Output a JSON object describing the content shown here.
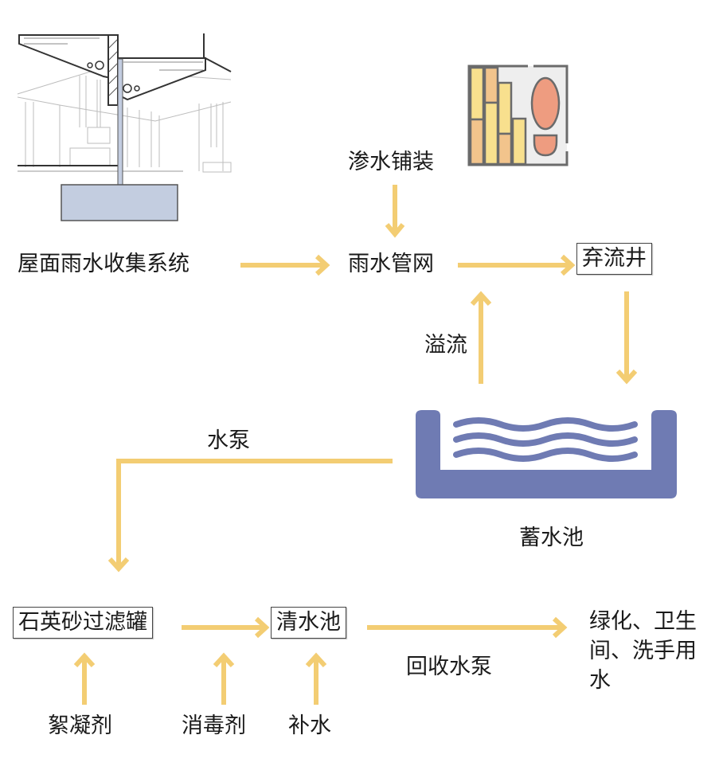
{
  "colors": {
    "arrow": "#f3cd73",
    "tank": "#6f7bb3",
    "foundation": "#c3cde0",
    "paving_light": "#f8e08e",
    "paving_dark": "#f2c48c",
    "footprint": "#ee9c80",
    "outline": "#6b6b6b"
  },
  "nodes": {
    "roof_collection": "屋面雨水收集系统",
    "permeable_paving": "渗水铺装",
    "storm_pipe_network": "雨水管网",
    "initial_discharge_well": "弃流井",
    "overflow": "溢流",
    "storage_tank": "蓄水池",
    "pump": "水泵",
    "quartz_sand_filter": "石英砂过滤罐",
    "clear_water_tank": "清水池",
    "recycle_pump": "回收水泵",
    "end_use_line1": "绿化、卫生",
    "end_use_line2": "间、洗手用",
    "end_use_line3": "水",
    "flocculant": "絮凝剂",
    "disinfectant": "消毒剂",
    "makeup_water": "补水"
  },
  "icons": {
    "building": "building-section-icon",
    "paving": "permeable-paving-footprint-icon",
    "tank": "water-storage-tank-icon"
  }
}
